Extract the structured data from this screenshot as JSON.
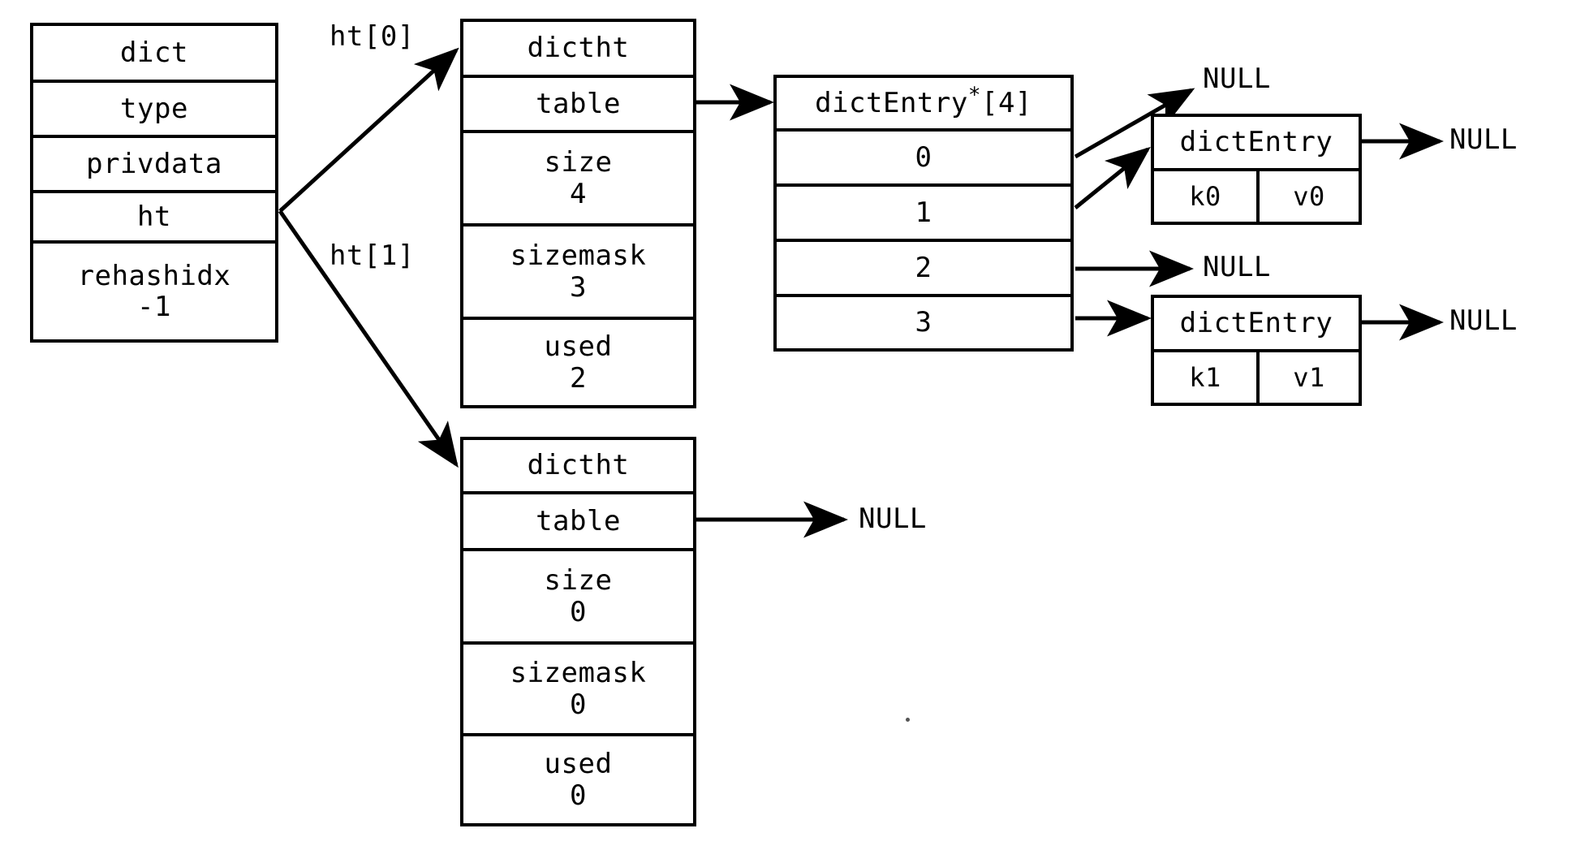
{
  "diagram": {
    "title": "redis dict rehashidx -1 structure",
    "line_color": "#000000",
    "background": "#ffffff"
  },
  "dict_struct": {
    "rows": [
      {
        "name": "dict",
        "value": ""
      },
      {
        "name": "type",
        "value": ""
      },
      {
        "name": "privdata",
        "value": ""
      },
      {
        "name": "ht",
        "value": ""
      },
      {
        "name": "rehashidx",
        "value": "-1"
      }
    ]
  },
  "pointer_labels": {
    "ht0": "ht[0]",
    "ht1": "ht[1]"
  },
  "dictht0": {
    "rows": [
      {
        "name": "dictht",
        "value": ""
      },
      {
        "name": "table",
        "value": ""
      },
      {
        "name": "size",
        "value": "4"
      },
      {
        "name": "sizemask",
        "value": "3"
      },
      {
        "name": "used",
        "value": "2"
      }
    ]
  },
  "dictht1": {
    "rows": [
      {
        "name": "dictht",
        "value": ""
      },
      {
        "name": "table",
        "value": ""
      },
      {
        "name": "size",
        "value": "0"
      },
      {
        "name": "sizemask",
        "value": "0"
      },
      {
        "name": "used",
        "value": "0"
      }
    ]
  },
  "bucket_array": {
    "header_text": "dictEntry",
    "header_star": "*",
    "header_suffix": "[4]",
    "indices": [
      "0",
      "1",
      "2",
      "3"
    ]
  },
  "entry0": {
    "header": "dictEntry",
    "key": "k0",
    "value": "v0",
    "next": "NULL"
  },
  "entry1": {
    "header": "dictEntry",
    "key": "k1",
    "value": "v1",
    "next": "NULL"
  },
  "nulls": {
    "bucket0": "NULL",
    "bucket2": "NULL",
    "dictht1_table": "NULL"
  }
}
